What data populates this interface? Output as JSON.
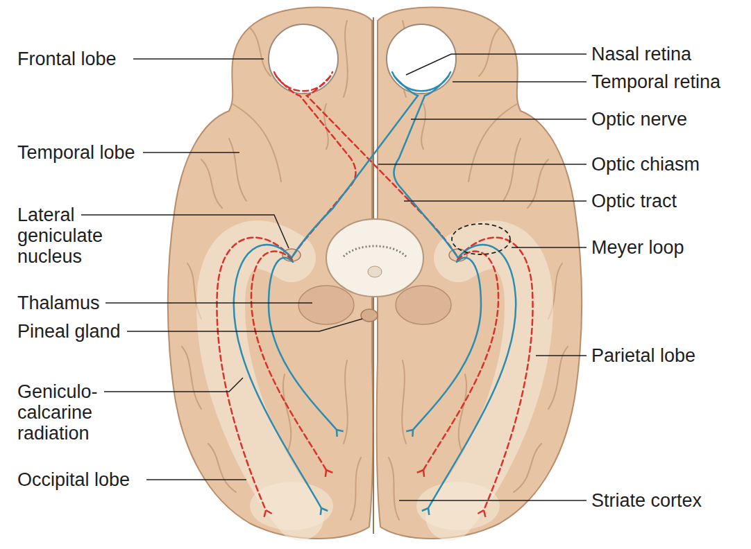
{
  "diagram": {
    "labels": [
      "Frontal lobe",
      "Nasal retina",
      "Temporal retina",
      "Optic nerve",
      "Temporal lobe",
      "Optic chiasm",
      "Optic tract",
      "Lateral geniculate nucleus",
      "Meyer loop",
      "Thalamus",
      "Pineal gland",
      "Parietal lobe",
      "Geniculo- calcarine radiation",
      "Occipital lobe",
      "Striate cortex"
    ]
  }
}
